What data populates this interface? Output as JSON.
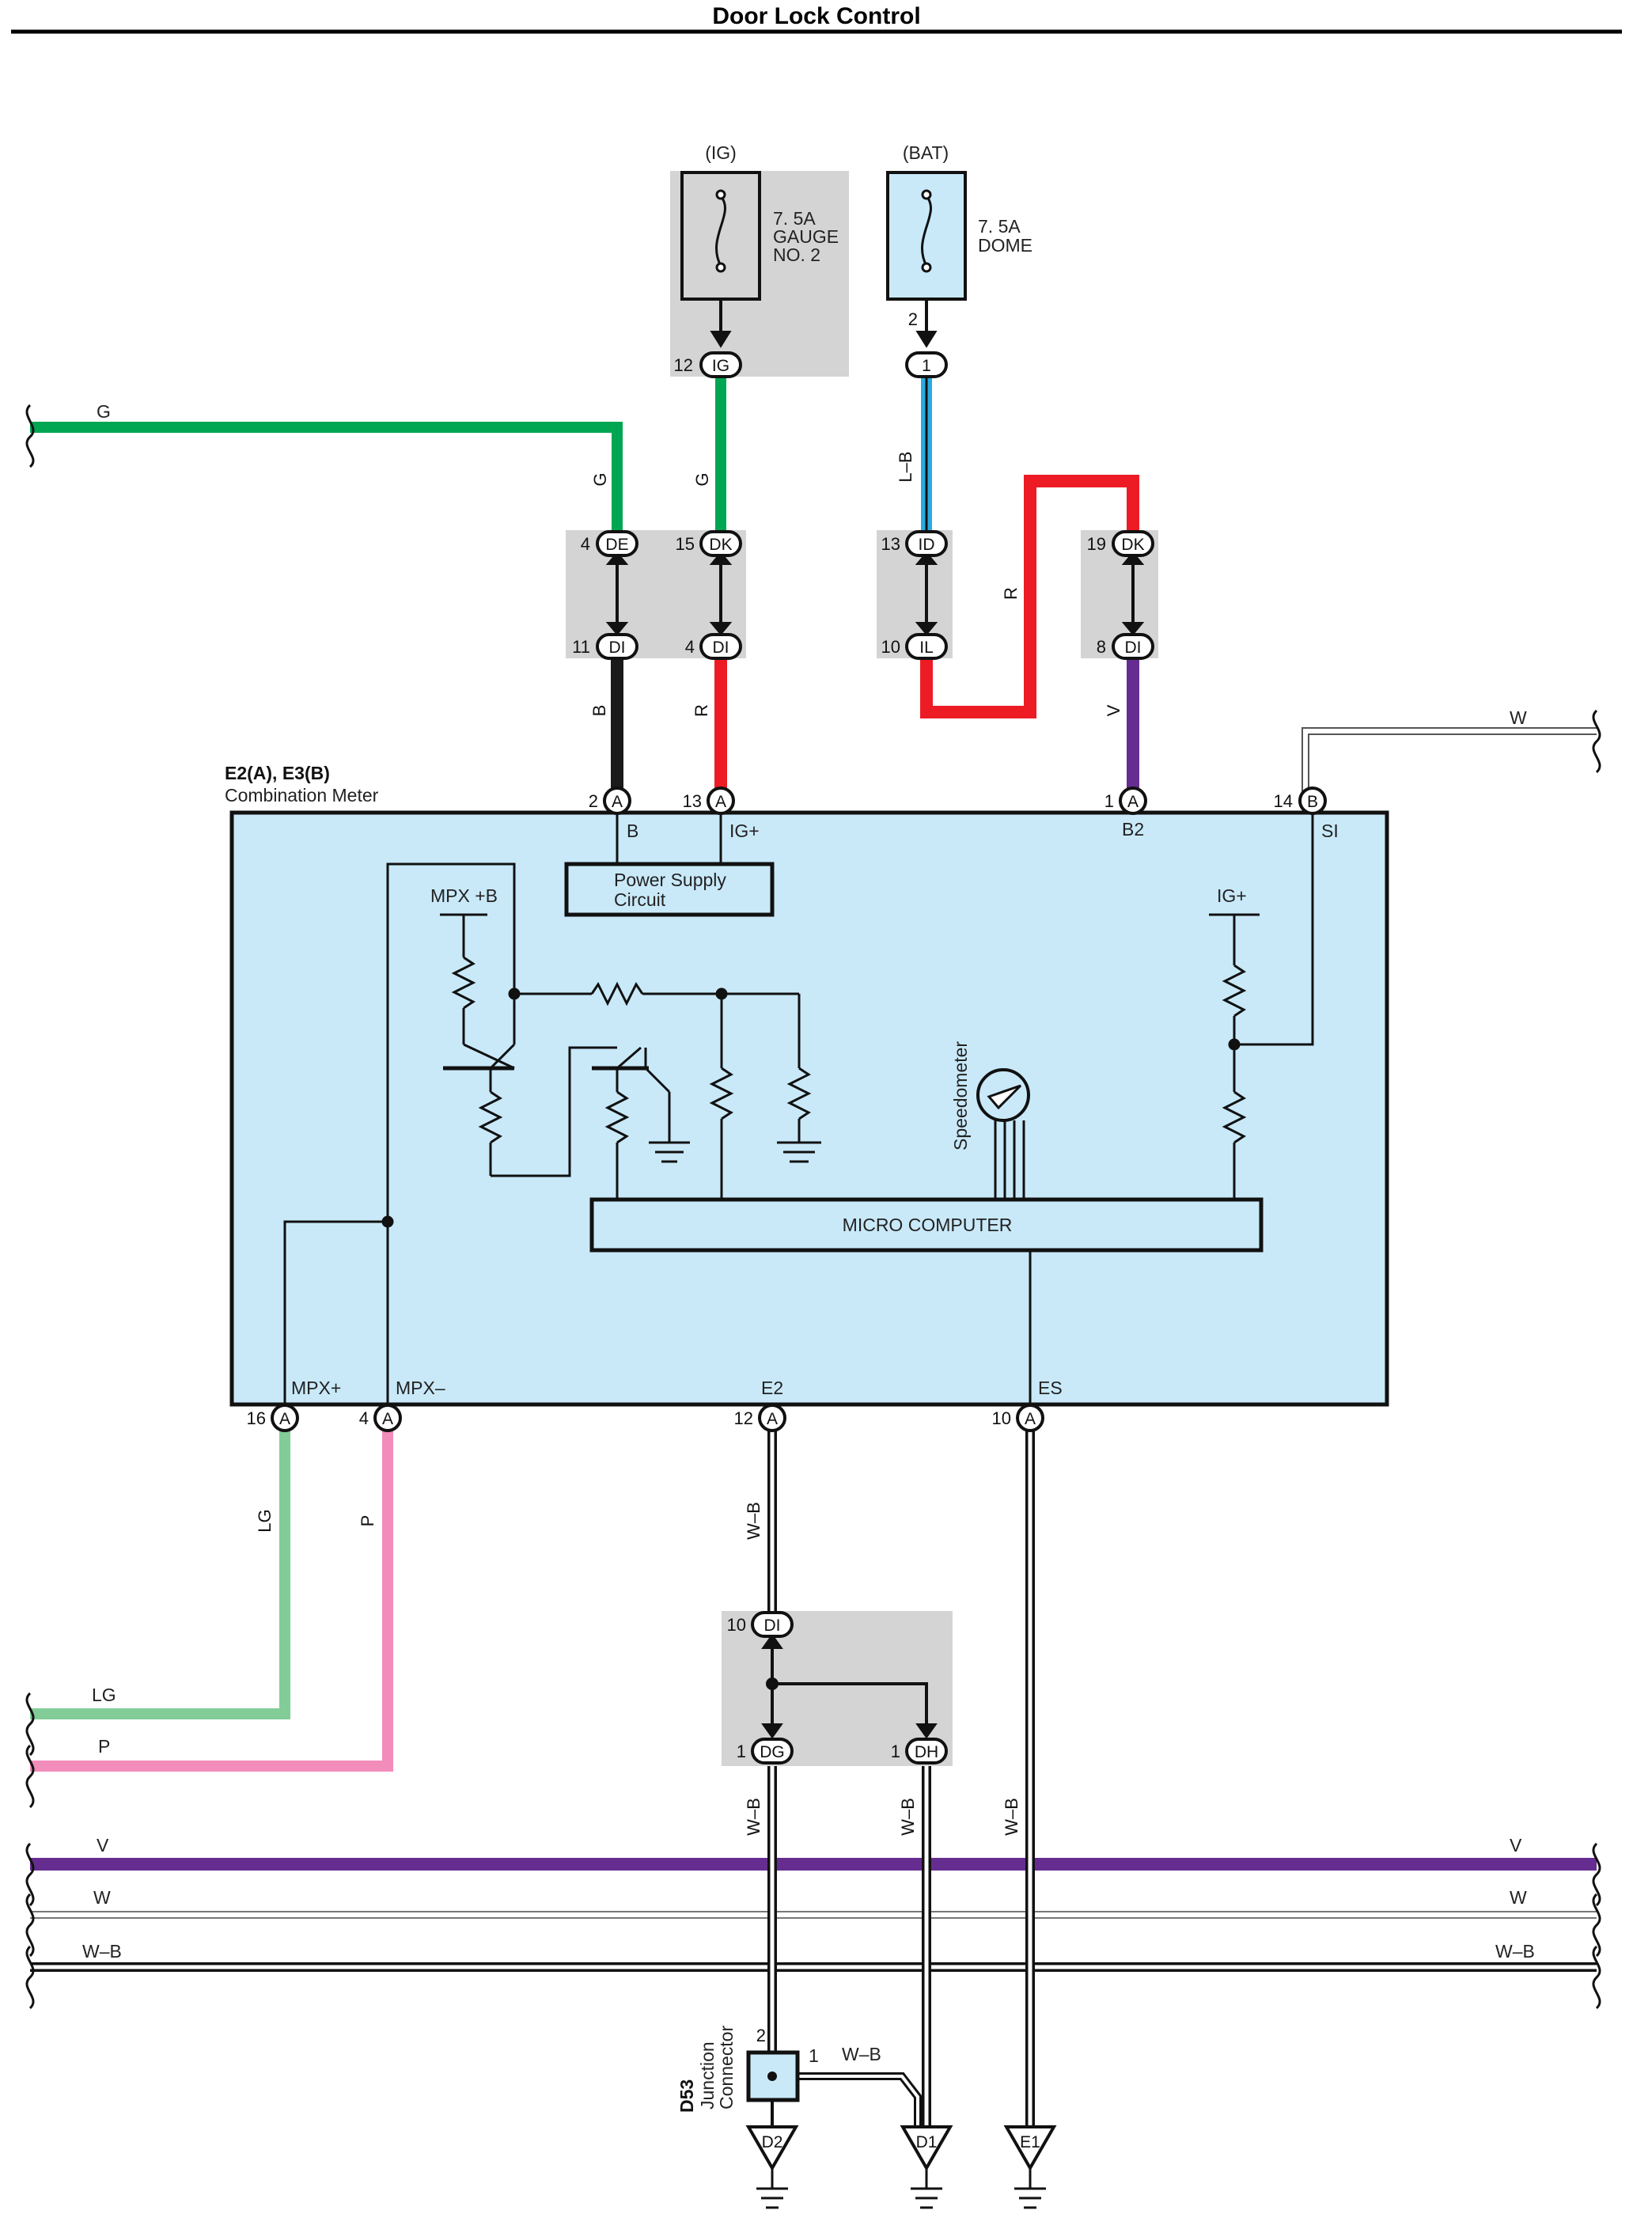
{
  "title": "Door Lock Control",
  "colors": {
    "green": "#00a651",
    "black": "#1a1a1a",
    "red": "#ed1c24",
    "purple": "#662d91",
    "blue": "#29abe2",
    "light_green": "#82cc98",
    "pink": "#f28cba",
    "panel_blue": "#c9e9f9",
    "connector_gray": "#d4d4d4"
  },
  "fuses": [
    {
      "supply": "(IG)",
      "rating": "7. 5A",
      "name_line1": "GAUGE",
      "name_line2": "NO. 2"
    },
    {
      "supply": "(BAT)",
      "rating": "7. 5A",
      "name_line1": "DOME",
      "name_line2": ""
    }
  ],
  "connectors": {
    "ig": {
      "pin": "12",
      "code": "IG"
    },
    "bat_1": {
      "pin": "2",
      "code": "1"
    },
    "de": {
      "pin": "4",
      "code": "DE"
    },
    "dk15": {
      "pin": "15",
      "code": "DK"
    },
    "id": {
      "pin": "13",
      "code": "ID"
    },
    "dk19": {
      "pin": "19",
      "code": "DK"
    },
    "di11": {
      "pin": "11",
      "code": "DI"
    },
    "di4": {
      "pin": "4",
      "code": "DI"
    },
    "il": {
      "pin": "10",
      "code": "IL"
    },
    "di8": {
      "pin": "8",
      "code": "DI"
    },
    "a2": {
      "pin": "2",
      "code": "A"
    },
    "a13": {
      "pin": "13",
      "code": "A"
    },
    "a1": {
      "pin": "1",
      "code": "A"
    },
    "b14": {
      "pin": "14",
      "code": "B"
    },
    "a16": {
      "pin": "16",
      "code": "A"
    },
    "a4": {
      "pin": "4",
      "code": "A"
    },
    "a12": {
      "pin": "12",
      "code": "A"
    },
    "a10": {
      "pin": "10",
      "code": "A"
    },
    "di10": {
      "pin": "10",
      "code": "DI"
    },
    "dg": {
      "pin": "1",
      "code": "DG"
    },
    "dh": {
      "pin": "1",
      "code": "DH"
    }
  },
  "wires": {
    "g_left": "G",
    "g_vertical": "G",
    "g_ig": "G",
    "lb": "L–B",
    "r_loop": "R",
    "b": "B",
    "r": "R",
    "v": "V",
    "w_right": "W",
    "lg_vertical": "LG",
    "p_vertical": "P",
    "lg_left": "LG",
    "p_left": "P",
    "wb_e2": "W–B",
    "wb_dg": "W–B",
    "wb_dh": "W–B",
    "wb_es": "W–B",
    "wb_jc": "W–B"
  },
  "bus": {
    "v": "V",
    "w": "W",
    "wb": "W–B"
  },
  "meter": {
    "ids": "E2(A), E3(B)",
    "name": "Combination Meter",
    "terminals": {
      "b": "B",
      "igp": "IG+",
      "b2": "B2",
      "si": "SI",
      "mpxp": "MPX+",
      "mpxm": "MPX–",
      "e2": "E2",
      "es": "ES"
    },
    "power_supply_line1": "Power Supply",
    "power_supply_line2": "Circuit",
    "mpx_b": "MPX +B",
    "ig_plus": "IG+",
    "speedometer": "Speedometer",
    "micro_computer": "MICRO COMPUTER"
  },
  "junction": {
    "id": "D53",
    "line1": "Junction",
    "line2": "Connector",
    "pin_in": "2",
    "pin_out": "1"
  },
  "grounds": [
    "D2",
    "D1",
    "E1"
  ]
}
